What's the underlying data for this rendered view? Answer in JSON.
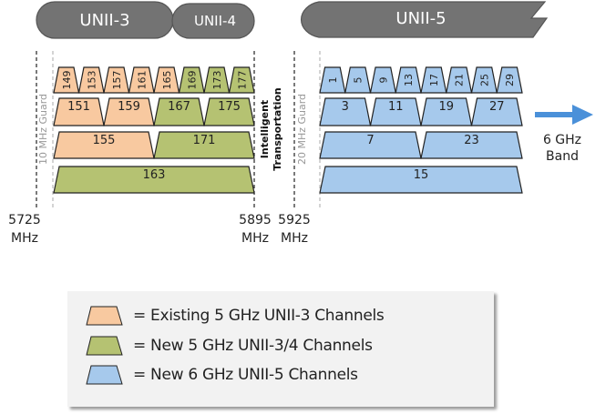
{
  "bands": [
    {
      "label": "UNII-3"
    },
    {
      "label": "UNII-4"
    },
    {
      "label": "UNII-5"
    }
  ],
  "colors": {
    "existing_unii3": "#f8c9a0",
    "new_unii34": "#b5c272",
    "new_unii5": "#a6c9ec",
    "band_header": "#737373",
    "arrow": "#4a90d9"
  },
  "channels_5ghz": {
    "ch20": [
      {
        "num": "149",
        "type": "existing"
      },
      {
        "num": "153",
        "type": "existing"
      },
      {
        "num": "157",
        "type": "existing"
      },
      {
        "num": "161",
        "type": "existing"
      },
      {
        "num": "165",
        "type": "existing"
      },
      {
        "num": "169",
        "type": "new"
      },
      {
        "num": "173",
        "type": "new"
      },
      {
        "num": "177",
        "type": "new"
      }
    ],
    "ch40": [
      {
        "num": "151",
        "type": "existing"
      },
      {
        "num": "159",
        "type": "existing"
      },
      {
        "num": "167",
        "type": "new"
      },
      {
        "num": "175",
        "type": "new"
      }
    ],
    "ch80": [
      {
        "num": "155",
        "type": "existing"
      },
      {
        "num": "171",
        "type": "new"
      }
    ],
    "ch160": [
      {
        "num": "163",
        "type": "new"
      }
    ]
  },
  "channels_6ghz": {
    "ch20": [
      "1",
      "5",
      "9",
      "13",
      "17",
      "21",
      "25",
      "29"
    ],
    "ch40": [
      "3",
      "11",
      "19",
      "27"
    ],
    "ch80": [
      "7",
      "23"
    ],
    "ch160": [
      "15"
    ]
  },
  "annotations": {
    "guard_10": "10 MHz Guard",
    "guard_20": "20 MHz Guard",
    "its_line1": "Intelligent",
    "its_line2": "Transportation",
    "arrow_line1": "6 GHz",
    "arrow_line2": "Band"
  },
  "frequencies": [
    {
      "value": "5725",
      "unit": "MHz"
    },
    {
      "value": "5895",
      "unit": "MHz"
    },
    {
      "value": "5925",
      "unit": "MHz"
    }
  ],
  "legend": [
    {
      "text": "= Existing 5 GHz UNII-3 Channels",
      "color": "#f8c9a0"
    },
    {
      "text": "= New 5 GHz UNII-3/4 Channels",
      "color": "#b5c272"
    },
    {
      "text": "= New 6 GHz UNII-5 Channels",
      "color": "#a6c9ec"
    }
  ]
}
